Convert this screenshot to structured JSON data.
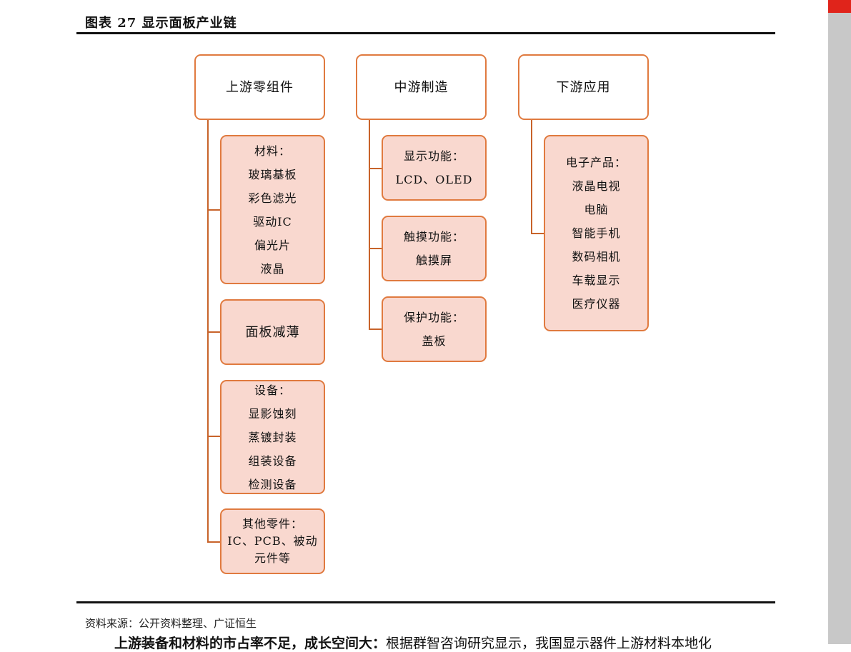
{
  "figure_title": "图表 27 显示面板产业链",
  "source": "资料来源：公开资料整理、广证恒生",
  "body_text": {
    "bold": "上游装备和材料的市占率不足，成长空间大：",
    "normal": "根据群智咨询研究显示，我国显示器件上游材料本地化"
  },
  "columns": [
    {
      "header": "上游零组件",
      "items": [
        {
          "lines": [
            "材料：",
            "玻璃基板",
            "彩色滤光",
            "驱动IC",
            "偏光片",
            "液晶"
          ]
        },
        {
          "lines": [
            "面板减薄"
          ]
        },
        {
          "lines": [
            "设备：",
            "显影蚀刻",
            "蒸镀封装",
            "组装设备",
            "检测设备"
          ]
        },
        {
          "lines": [
            "其他零件：",
            "IC、PCB、被动",
            "元件等"
          ]
        }
      ]
    },
    {
      "header": "中游制造",
      "items": [
        {
          "lines": [
            "显示功能：",
            "LCD、OLED"
          ]
        },
        {
          "lines": [
            "触摸功能：",
            "触摸屏"
          ]
        },
        {
          "lines": [
            "保护功能：",
            "盖板"
          ]
        }
      ]
    },
    {
      "header": "下游应用",
      "items": [
        {
          "lines": [
            "电子产品：",
            "液晶电视",
            "电脑",
            "智能手机",
            "数码相机",
            "车载显示",
            "医疗仪器"
          ]
        }
      ]
    }
  ],
  "colors": {
    "border": "#e07a3f",
    "fill": "#f9d8cf",
    "connector": "#c8632a",
    "accent": "#e0241b"
  }
}
